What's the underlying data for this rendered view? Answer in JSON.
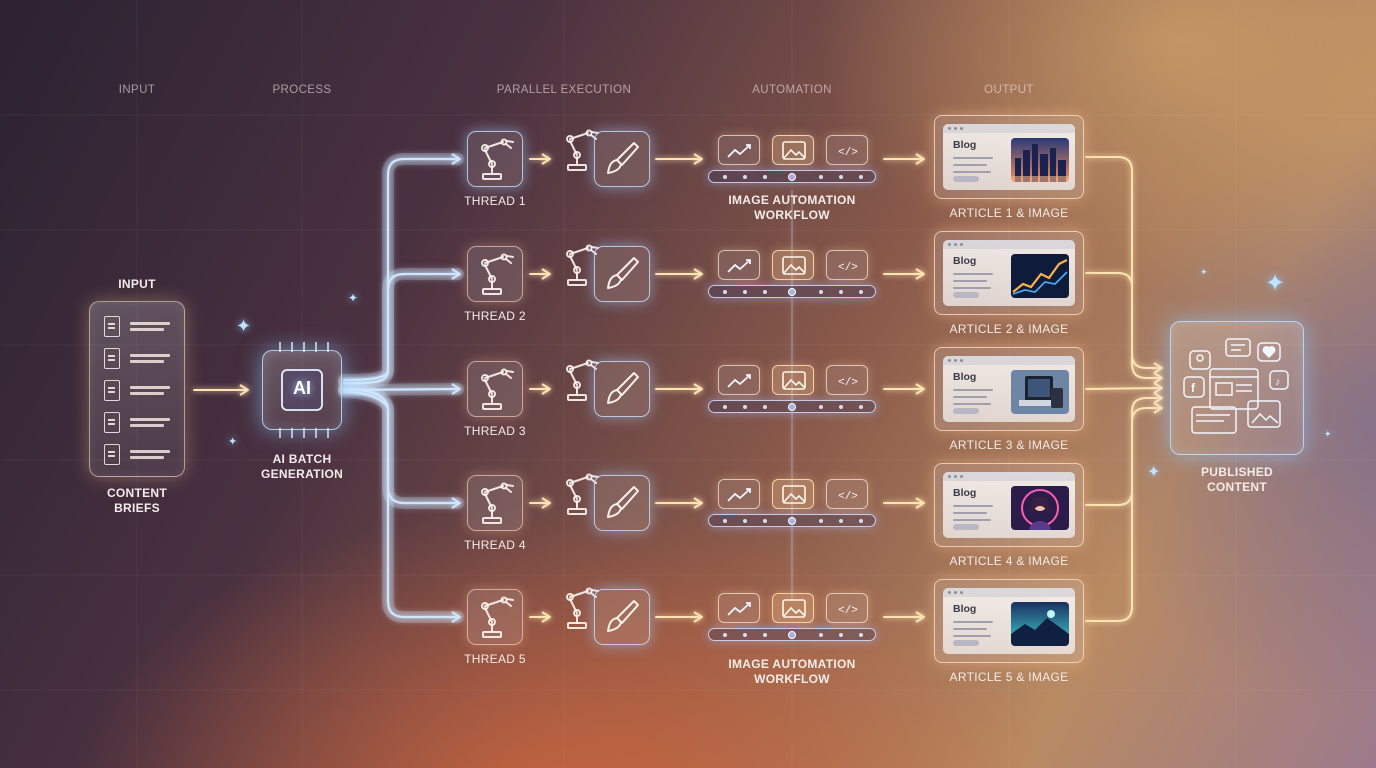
{
  "headers": {
    "input": "INPUT",
    "process": "PROCESS",
    "parallel": "PARALLEL EXECUTION",
    "automation": "AUTOMATION",
    "output": "OUTPUT"
  },
  "input_block": {
    "title": "INPUT",
    "caption": "CONTENT\nBRIEFS",
    "document_count": 5
  },
  "ai_block": {
    "chip_text": "AI",
    "caption": "AI BATCH\nGENERATION"
  },
  "workflow_labels": {
    "top": "IMAGE AUTOMATION\nWORKFLOW",
    "bottom": "IMAGE AUTOMATION\nWORKFLOW"
  },
  "threads": [
    {
      "label": "THREAD 1",
      "article": "ARTICLE 1 & IMAGE",
      "blog": "Blog",
      "thumbnail": "city-skyline"
    },
    {
      "label": "THREAD 2",
      "article": "ARTICLE 2 & IMAGE",
      "blog": "Blog",
      "thumbnail": "growth-chart"
    },
    {
      "label": "THREAD 3",
      "article": "ARTICLE 3 & IMAGE",
      "blog": "Blog",
      "thumbnail": "devices"
    },
    {
      "label": "THREAD 4",
      "article": "ARTICLE 4 & IMAGE",
      "blog": "Blog",
      "thumbnail": "portrait"
    },
    {
      "label": "THREAD 5",
      "article": "ARTICLE 5 & IMAGE",
      "blog": "Blog",
      "thumbnail": "landscape"
    }
  ],
  "automation_icons": [
    "line-chart-icon",
    "image-icon",
    "code-icon"
  ],
  "output_block": {
    "caption": "PUBLISHED\nCONTENT",
    "icons": [
      "user-icon",
      "chat-icon",
      "heart-icon",
      "facebook-icon",
      "tiktok-icon",
      "webpage-icon",
      "image-icon"
    ]
  },
  "colors": {
    "arrow_blue": "#cfe6ff",
    "arrow_gold": "#ffe3b0",
    "panel_border": "#ffe6cc",
    "chip_glow": "#8ecbff"
  }
}
